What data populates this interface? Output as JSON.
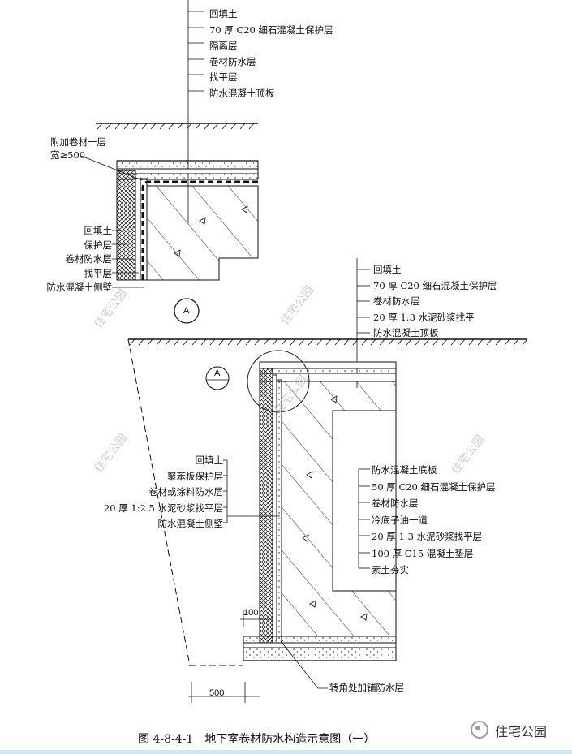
{
  "top_labels": [
    "回填土",
    "70 厚 C20 细石混凝土保护层",
    "隔离层",
    "卷材防水层",
    "找平层",
    "防水混凝土顶板"
  ],
  "detail_a_note": [
    "附加卷材一层",
    "宽≥500"
  ],
  "detail_a_wall_labels": [
    "回填土",
    "保护层",
    "卷材防水层",
    "找平层",
    "防水混凝土侧壁"
  ],
  "detail_a_tag": "A",
  "main_top_labels": [
    "回填土",
    "70 厚 C20 细石混凝土保护层",
    "卷材防水层",
    "20 厚 1:3 水泥砂浆找平",
    "防水混凝土顶板"
  ],
  "main_tag": "A",
  "wall_labels": [
    "回填土",
    "聚苯板保护层",
    "卷材或涂料防水层",
    "20 厚 1:2.5 水泥砂浆找平层",
    "防水混凝土侧壁"
  ],
  "bottom_labels": [
    "防水混凝土底板",
    "50 厚 C20 细石混凝土保护层",
    "卷材防水层",
    "冷底子油一道",
    "20 厚 1:3 水泥砂浆找平层",
    "100 厚 C15 混凝土垫层",
    "素土夯实"
  ],
  "dim_100": "100",
  "dim_500": "500",
  "corner_note": "转角处加铺防水层",
  "caption": {
    "number": "图 4-8-4-1",
    "title": "地下室卷材防水构造示意图（一）"
  },
  "watermark": "住宅公园",
  "brand": "住宅公园",
  "colors": {
    "ink": "#111111",
    "watermark": "#cfcfcf",
    "band": "#cfe6f5"
  }
}
